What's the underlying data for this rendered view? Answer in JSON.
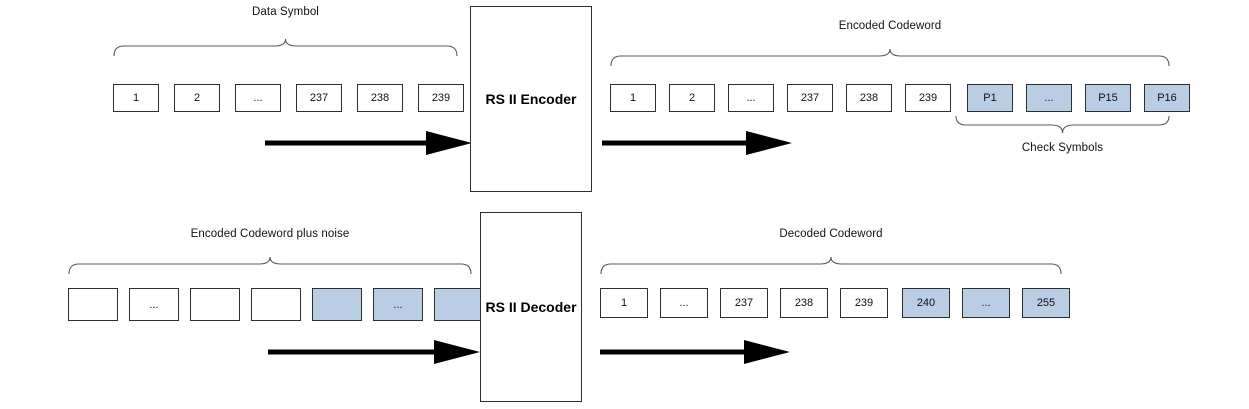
{
  "top": {
    "input_title": "Data Symbol",
    "input_boxes": [
      "1",
      "2",
      "...",
      "237",
      "238",
      "239"
    ],
    "block_label": "RS II Encoder",
    "output_title": "Encoded Codeword",
    "output_data_boxes": [
      "1",
      "2",
      "...",
      "237",
      "238",
      "239"
    ],
    "output_check_boxes": [
      "P1",
      "...",
      "P15",
      "P16"
    ],
    "check_label": "Check Symbols"
  },
  "bottom": {
    "input_title": "Encoded Codeword plus noise",
    "input_data_boxes": [
      "",
      "...",
      "",
      ""
    ],
    "input_noise_boxes": [
      "",
      "...",
      ""
    ],
    "block_label": "RS II Decoder",
    "output_title": "Decoded Codeword",
    "output_data_boxes": [
      "1",
      "...",
      "237",
      "238",
      "239"
    ],
    "output_check_boxes": [
      "240",
      "...",
      "255"
    ]
  },
  "colors": {
    "check_symbol_fill": "#b9cde5",
    "box_border": "#2e2e2e",
    "arrow": "#000000"
  }
}
